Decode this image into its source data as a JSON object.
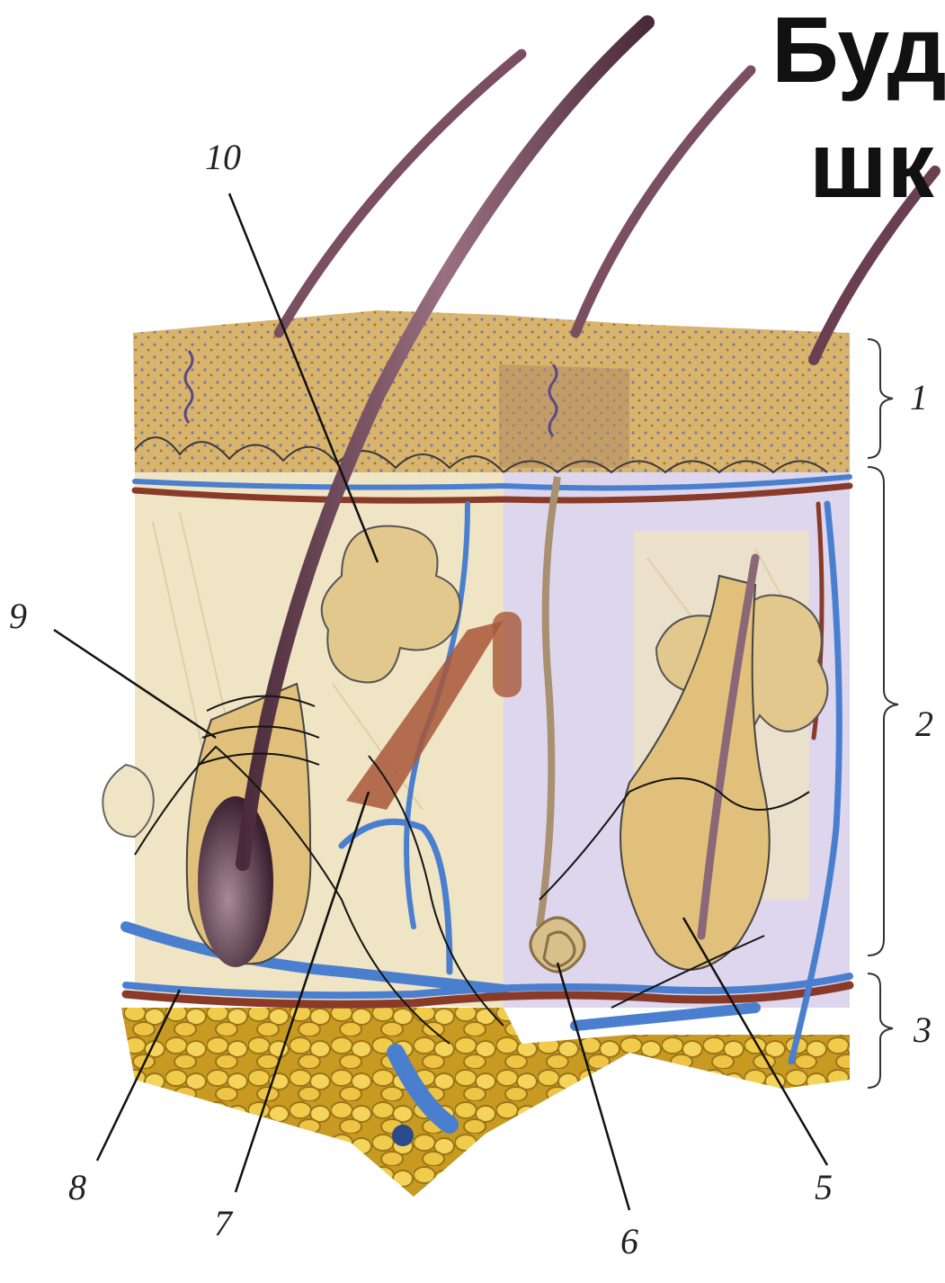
{
  "title": {
    "line1": "Буд",
    "line2": "шк"
  },
  "callouts": {
    "c10": "10",
    "c9": "9",
    "c8": "8",
    "c7": "7",
    "c6": "6",
    "c5": "5"
  },
  "layers": {
    "l1": "1",
    "l2": "2",
    "l3": "3"
  },
  "colors": {
    "epidermis": "#d8b06a",
    "dermis": "#efe4c4",
    "dermis_lilac": "#d9d2ea",
    "fat": "#e8c040",
    "vein": "#4a7fd0",
    "artery": "#8a3a28",
    "hair": "#6e4a5a"
  }
}
